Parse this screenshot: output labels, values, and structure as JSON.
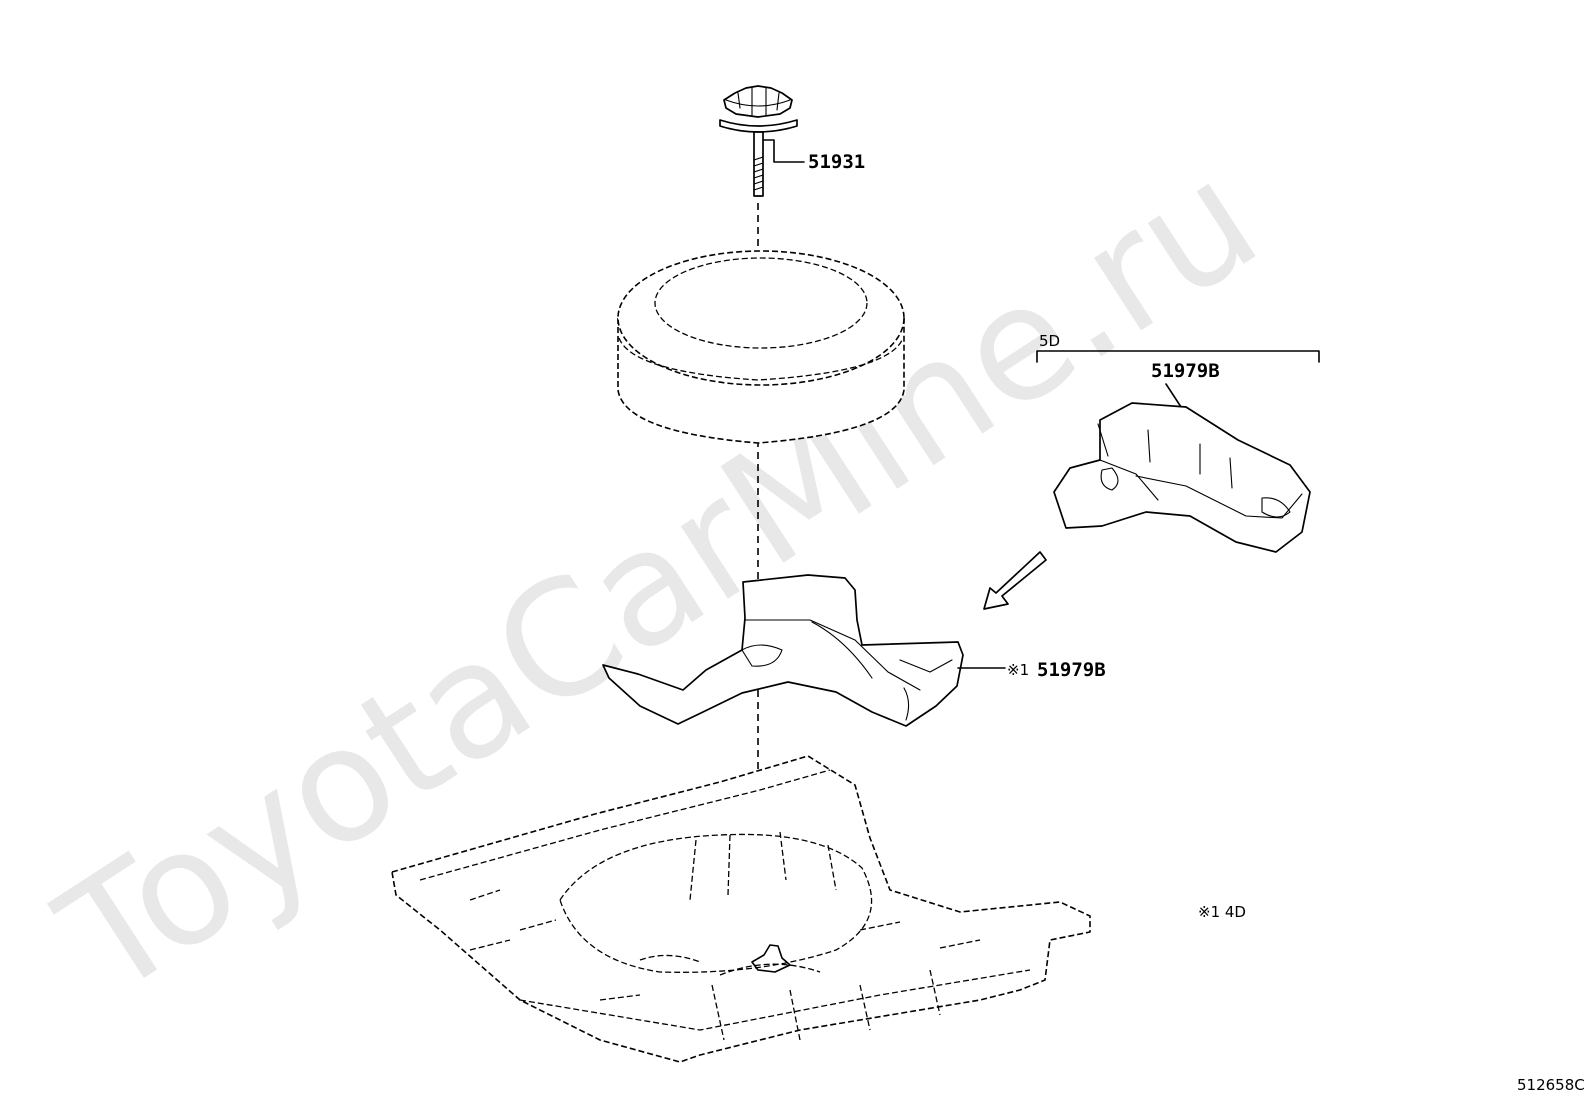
{
  "watermark": "ToyotaCarMine.ru",
  "parts": {
    "bolt": {
      "number": "51931"
    },
    "extension_5d": {
      "variant": "5D",
      "number": "51979B"
    },
    "extension_main": {
      "note_mark": "※1",
      "number": "51979B"
    }
  },
  "footnote": "※1 4D",
  "diagram_ref": "512658C"
}
